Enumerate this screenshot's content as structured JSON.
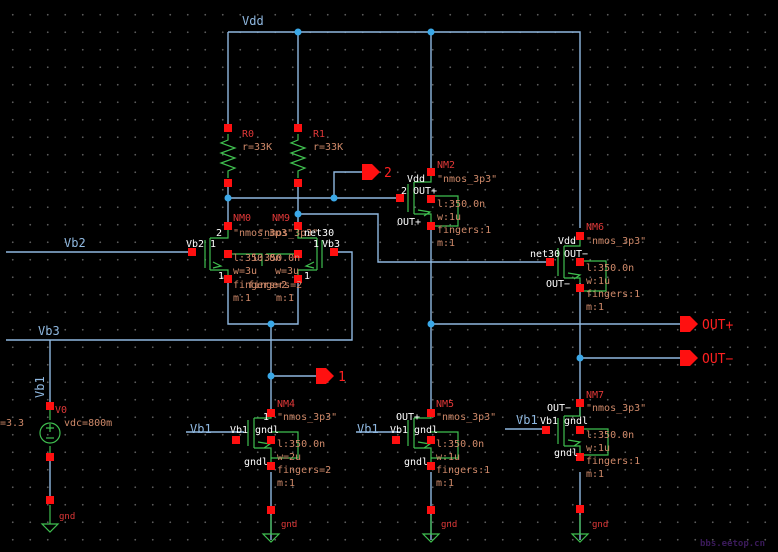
{
  "title": "Schematic editor - differential amplifier",
  "nets": {
    "vdd": "Vdd",
    "vb1": "Vb1",
    "vb2": "Vb2",
    "vb3": "Vb3",
    "net30": "net30",
    "gnd": "gnd",
    "vdd_left_value": "=3.3"
  },
  "ports": [
    {
      "label": "2"
    },
    {
      "label": "1"
    },
    {
      "label": "OUT+"
    },
    {
      "label": "OUT−"
    }
  ],
  "resistors": [
    {
      "name": "R0",
      "value": "r=33K"
    },
    {
      "name": "R1",
      "value": "r=33K"
    }
  ],
  "source": {
    "name": "V0",
    "value": "vdc=800m",
    "net": "Vb1",
    "gnd": "gnd"
  },
  "transistors": [
    {
      "name": "NM0",
      "model": "\"nmos_3p3\"",
      "l": "l:350.0n",
      "w": "w=3u",
      "fingers": "fingers=2",
      "m": "m:1",
      "gate": "Vb2",
      "drain": "2",
      "source": "1",
      "gate_pin": "1",
      "bulk_pin": "1"
    },
    {
      "name": "NM9",
      "model": "\"nmos_3p3\"",
      "l": "l:350.0n",
      "w": "w=3u",
      "fingers": "fingers=2",
      "m": "m:1",
      "gate": "Vb3",
      "drain": "net30",
      "source": "1",
      "gate_pin": "1",
      "bulk_pin": "1"
    },
    {
      "name": "NM2",
      "model": "\"nmos_3p3\"",
      "l": "l:350.0n",
      "w": "w:1u",
      "fingers": "fingers:1",
      "m": "m:1",
      "drain": "Vdd",
      "gate": "2",
      "gate2": "OUT+",
      "source": "OUT+"
    },
    {
      "name": "NM6",
      "model": "\"nmos_3p3\"",
      "l": "l:350.0n",
      "w": "w:1u",
      "fingers": "fingers:1",
      "m": "m:1",
      "drain": "Vdd",
      "gate": "net30",
      "gate2": "OUT−",
      "source": "OUT−"
    },
    {
      "name": "NM4",
      "model": "\"nmos_3p3\"",
      "l": "l:350.0n",
      "w": "w=2u",
      "fingers": "fingers=2",
      "m": "m:1",
      "drain": "1",
      "gate": "Vb1",
      "bulk": "gndl",
      "source": "gndl",
      "gnd": "gnd"
    },
    {
      "name": "NM5",
      "model": "\"nmos_3p3\"",
      "l": "l:350.0n",
      "w": "w:1u",
      "fingers": "fingers:1",
      "m": "m:1",
      "drain": "OUT+",
      "gate": "Vb1",
      "bulk": "gndl",
      "source": "gndl",
      "gnd": "gnd"
    },
    {
      "name": "NM7",
      "model": "\"nmos_3p3\"",
      "l": "l:350.0n",
      "w": "w:1u",
      "fingers": "fingers:1",
      "m": "m:1",
      "drain": "OUT−",
      "gate": "Vb1",
      "bulk": "gndl",
      "source": "gndl",
      "gnd": "gnd"
    }
  ],
  "watermark": "bbs.eetop.cn"
}
